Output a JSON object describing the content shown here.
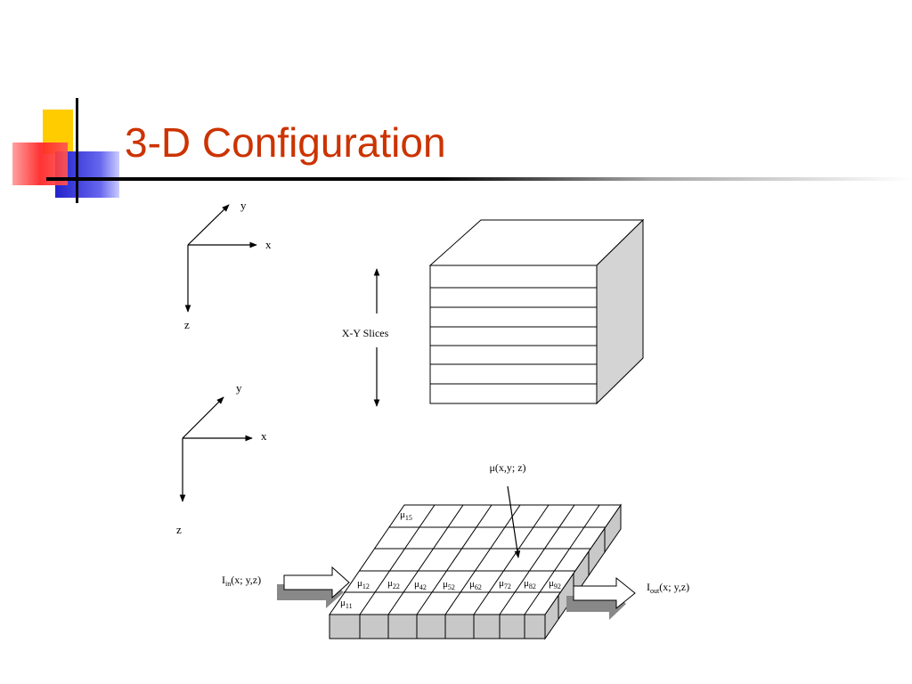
{
  "slide": {
    "title": "3-D Configuration",
    "accent_colors": {
      "yellow": "#ffcc00",
      "red": "#ff3333",
      "blue": "#3333cc",
      "title": "#cc3300"
    }
  },
  "diagram": {
    "axes_top": {
      "y": "y",
      "x": "x",
      "z": "z"
    },
    "axes_bottom": {
      "y": "y",
      "x": "x",
      "z": "z"
    },
    "slices_label": "X-Y Slices",
    "point_label": "μ(x,y; z)",
    "top_cell_label": {
      "sym": "μ",
      "sub": "15"
    },
    "row_labels": [
      {
        "sym": "μ",
        "sub": "12"
      },
      {
        "sym": "μ",
        "sub": "22"
      },
      {
        "sym": "μ",
        "sub": "42"
      },
      {
        "sym": "μ",
        "sub": "52"
      },
      {
        "sym": "μ",
        "sub": "62"
      },
      {
        "sym": "μ",
        "sub": "72"
      },
      {
        "sym": "μ",
        "sub": "82"
      },
      {
        "sym": "μ",
        "sub": "92"
      }
    ],
    "corner_label": {
      "sym": "μ",
      "sub": "11"
    },
    "input_label": {
      "main": "I",
      "sub": "in",
      "rest": "(x; y,z)"
    },
    "output_label": {
      "main": "I",
      "sub": "out",
      "rest": "(x; y,z)"
    }
  }
}
